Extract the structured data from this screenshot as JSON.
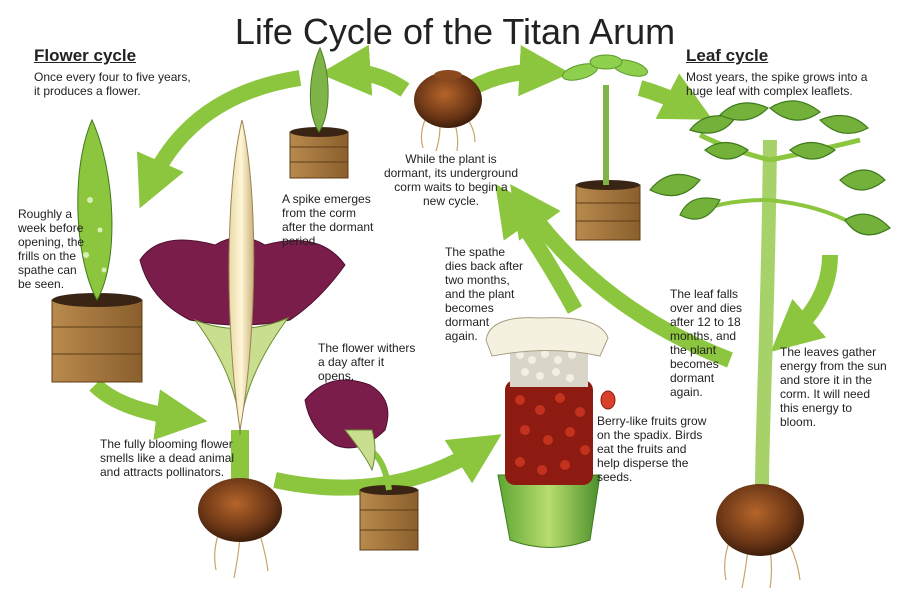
{
  "title": "Life Cycle of the Titan Arum",
  "flower_cycle": {
    "heading": "Flower cycle",
    "intro": "Once every four to five years, it produces a flower."
  },
  "leaf_cycle": {
    "heading": "Leaf cycle",
    "intro": "Most years, the spike grows into a huge leaf with complex leaflets."
  },
  "captions": {
    "frills": "Roughly a week before opening, the frills on the spathe can be seen.",
    "spike": "A spike emerges from the corm after the dormant period.",
    "dormant": "While the plant is dormant, its underground corm waits to begin a new cycle.",
    "spathe_dies": "The spathe dies back after two months, and the plant becomes dormant again.",
    "leaf_falls": "The leaf falls over and dies after 12 to 18 months, and the plant becomes dormant again.",
    "leaves_gather": "The leaves gather energy from the sun and store it in the corm. It will need this energy to bloom.",
    "withers": "The flower withers a day after it opens.",
    "blooming": "The fully blooming flower smells like a dead animal and attracts pollinators.",
    "berries": "Berry-like fruits grow on the spadix. Birds eat the fruits and help disperse the seeds."
  }
}
